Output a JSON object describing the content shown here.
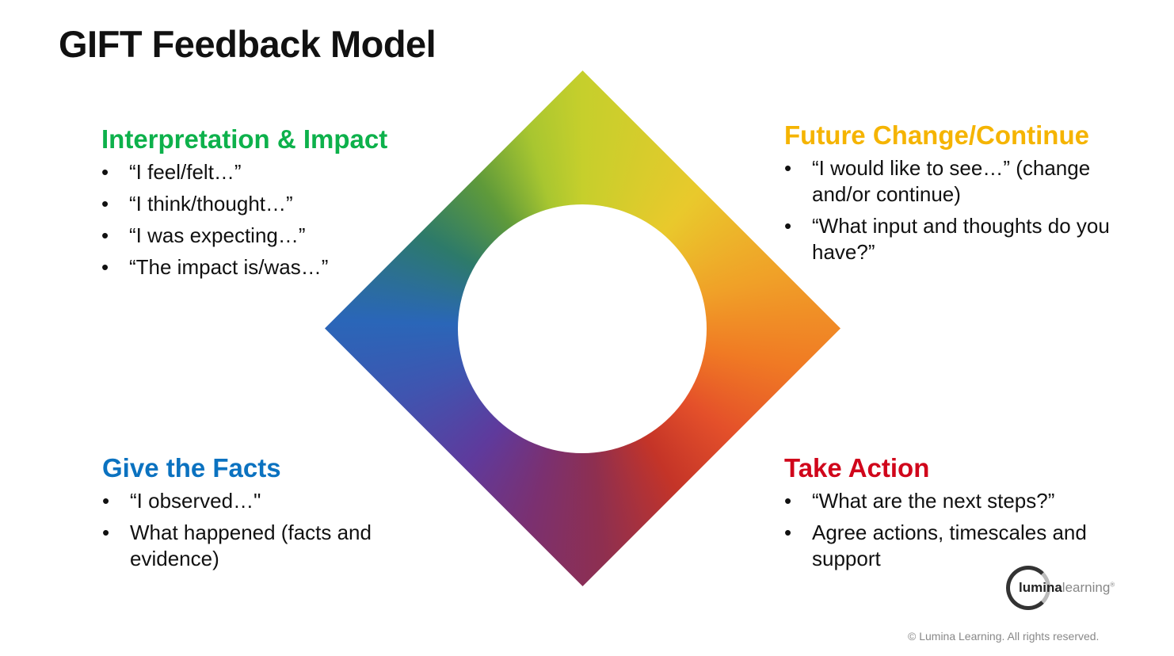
{
  "title": "GIFT Feedback Model",
  "colors": {
    "interpretation": "#0db14b",
    "future": "#f5b400",
    "facts": "#0b72c0",
    "action": "#d0061b"
  },
  "sections": {
    "interpretation": {
      "heading": "Interpretation & Impact",
      "items": [
        "“I feel/felt…”",
        "“I think/thought…”",
        "“I was expecting…”",
        "“The impact is/was…”"
      ]
    },
    "future": {
      "heading": "Future Change/Continue",
      "items": [
        "“I would like to see…” (change and/or continue)",
        "“What input and thoughts do you have?”"
      ]
    },
    "facts": {
      "heading": "Give the Facts",
      "items": [
        "“I observed…\"",
        "What happened (facts and evidence)"
      ]
    },
    "action": {
      "heading": "Take Action",
      "items": [
        "“What are the next steps?”",
        "Agree actions, timescales and support"
      ]
    }
  },
  "logo": {
    "bold": "lumina",
    "light": "learning",
    "mark": "®"
  },
  "copyright": "© Lumina Learning. All rights reserved."
}
